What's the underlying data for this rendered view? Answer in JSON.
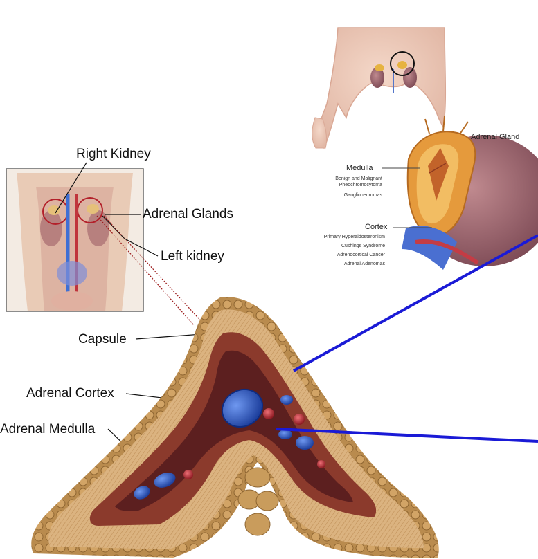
{
  "labels": {
    "right_kidney": "Right Kidney",
    "adrenal_glands": "Adrenal Glands",
    "left_kidney": "Left kidney",
    "capsule": "Capsule",
    "adrenal_cortex": "Adrenal Cortex",
    "adrenal_medulla": "Adrenal Medulla"
  },
  "inset": {
    "adrenal_gland": "Adrenal Gland",
    "medulla": "Medulla",
    "medulla_items": [
      "Benign and Malignant Pheochromocytoma",
      "Ganglioneuromas"
    ],
    "cortex": "Cortex",
    "cortex_items": [
      "Primary Hyperaldosteronism",
      "Cushings Syndrome",
      "Adrenocortical Cancer",
      "Adrenal Adenomas"
    ]
  },
  "colors": {
    "capsule": "#b8894f",
    "cortex": "#d9b27d",
    "inner_cortex": "#8b3a2c",
    "medulla": "#5c1f1f",
    "vein": "#1f4fb5",
    "artery": "#b8242c",
    "pointer": "#1a1ad6",
    "circle": "#b3202a"
  }
}
